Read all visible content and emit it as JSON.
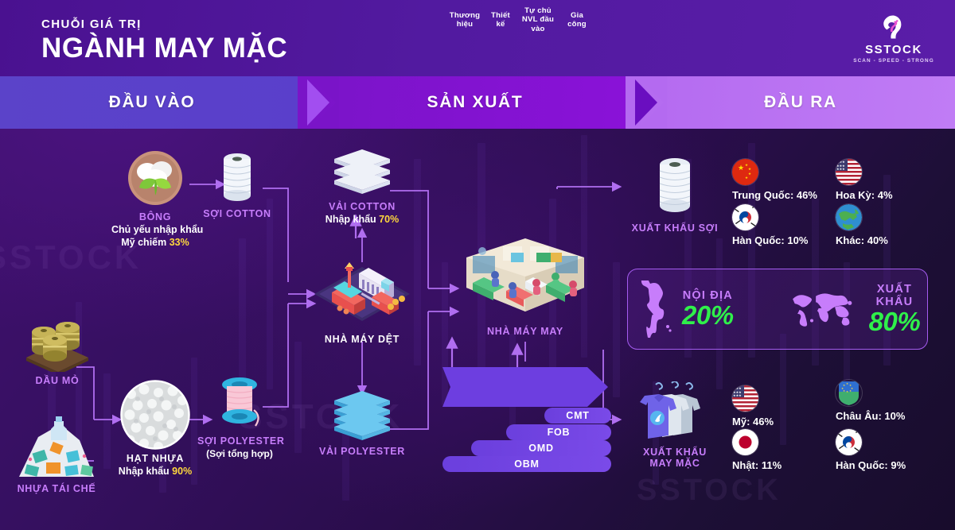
{
  "header": {
    "subtitle": "CHUỖI GIÁ TRỊ",
    "title": "NGÀNH MAY MẶC",
    "logo_name": "SSTOCK",
    "logo_tagline": "SCAN - SPEED - STRONG"
  },
  "stages": [
    {
      "label": "ĐẦU VÀO"
    },
    {
      "label": "SẢN XUẤT"
    },
    {
      "label": "ĐẦU RA"
    }
  ],
  "nodes": {
    "cotton": {
      "label": "BÔNG",
      "note_line1": "Chủ yếu nhập khẩu",
      "note_line2_pre": "Mỹ chiếm ",
      "note_line2_hi": "33%"
    },
    "cotton_yarn": {
      "label": "SỢI COTTON"
    },
    "cotton_fabric": {
      "label": "VẢI COTTON",
      "note_pre": "Nhập khẩu ",
      "note_hi": "70%"
    },
    "oil": {
      "label": "DẦU MỎ"
    },
    "recycled_plastic": {
      "label": "NHỰA TÁI CHẾ"
    },
    "plastic_pellet": {
      "label": "HẠT NHỰA",
      "note_pre": "Nhập khẩu ",
      "note_hi": "90%"
    },
    "polyester_yarn": {
      "label": "SỢI POLYESTER",
      "note": "(Sợi tổng hợp)"
    },
    "polyester_fabric": {
      "label": "VẢI POLYESTER"
    },
    "weaving_factory": {
      "label": "NHÀ MÁY DỆT"
    },
    "garment_factory": {
      "label": "NHÀ MÁY MAY"
    },
    "yarn_export": {
      "label": "XUẤT KHẨU SỢI"
    },
    "garment_export": {
      "label_line1": "XUẤT KHẨU",
      "label_line2": "MAY MẶC"
    }
  },
  "yarn_export_markets": [
    {
      "country": "Trung Quốc",
      "value": "46%",
      "flag": "flag-china"
    },
    {
      "country": "Hoa Kỳ",
      "value": "4%",
      "flag": "flag-usa"
    },
    {
      "country": "Hàn Quốc",
      "value": "10%",
      "flag": "flag-korea"
    },
    {
      "country": "Khác",
      "value": "40%",
      "flag": "flag-globe"
    }
  ],
  "garment_export_markets": [
    {
      "country": "Mỹ",
      "value": "46%",
      "flag": "flag-usa"
    },
    {
      "country": "Châu Âu",
      "value": "10%",
      "flag": "flag-eu"
    },
    {
      "country": "Nhật",
      "value": "11%",
      "flag": "flag-japan"
    },
    {
      "country": "Hàn Quốc",
      "value": "9%",
      "flag": "flag-korea"
    }
  ],
  "split": {
    "domestic_label": "NỘI ĐỊA",
    "domestic_value": "20%",
    "export_label": "XUẤT KHẨU",
    "export_value": "80%"
  },
  "value_chain": {
    "cells": [
      {
        "text": "Thương\nhiệu"
      },
      {
        "text": "Thiết\nkế"
      },
      {
        "text": "Tự chủ\nNVL đầu\nvào"
      },
      {
        "text": "Gia\ncông"
      }
    ],
    "bars": [
      {
        "label": "CMT"
      },
      {
        "label": "FOB"
      },
      {
        "label": "OMD"
      },
      {
        "label": "OBM"
      }
    ]
  },
  "colors": {
    "accent_purple": "#c77dfb",
    "green": "#2ff04a",
    "yellow": "#ffd83d",
    "stage1": "#5b43c9",
    "stage2": "#7a14c8",
    "stage3": "#b46af0"
  },
  "watermarks": [
    "SSTOCK",
    "SSTOCK",
    "SSTOCK",
    "SSTOCK"
  ]
}
